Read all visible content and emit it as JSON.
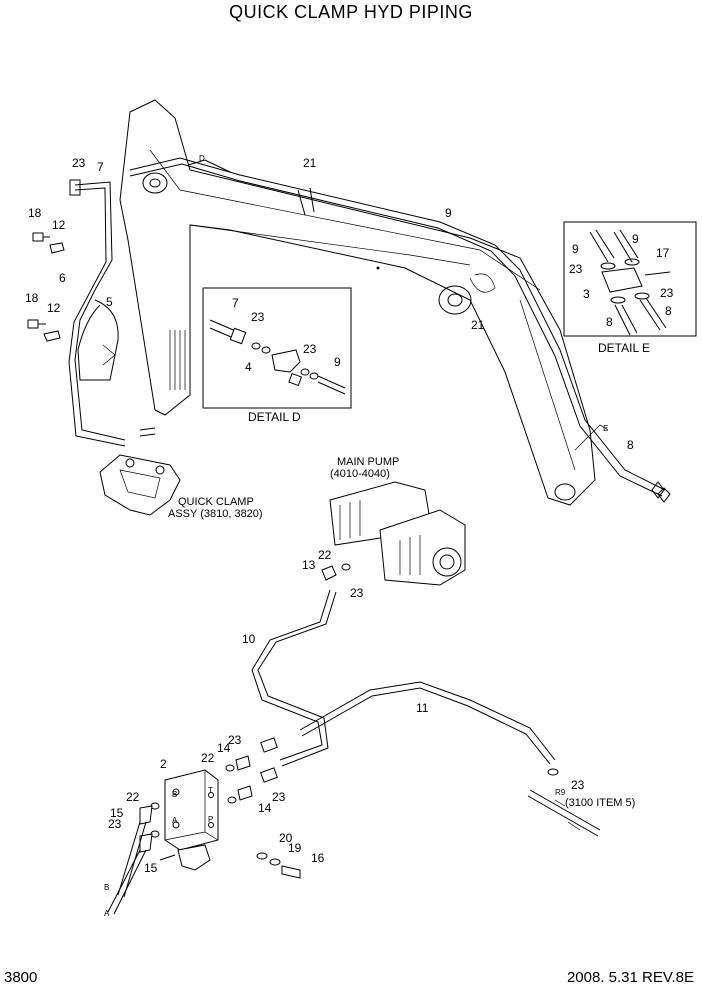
{
  "title": "QUICK CLAMP HYD PIPING",
  "page_number": "3800",
  "revision": "2008. 5.31  REV.8E",
  "details": {
    "d": "DETAIL  D",
    "e": "DETAIL  E"
  },
  "captions": {
    "main_pump_1": "MAIN PUMP",
    "main_pump_2": "(4010-4040)",
    "quick_clamp_1": "QUICK CLAMP",
    "quick_clamp_2": "ASSY (3810, 3820)",
    "item_ref": "(3100 ITEM 5)"
  },
  "markers": {
    "d": "D",
    "e": "E",
    "a": "A",
    "b": "B",
    "port_a": "A",
    "port_b": "B",
    "port_t": "T",
    "port_p": "P",
    "r9": "R9"
  },
  "callouts": [
    "23",
    "7",
    "21",
    "9",
    "18",
    "12",
    "6",
    "5",
    "18",
    "12",
    "7",
    "23",
    "4",
    "23",
    "9",
    "9",
    "9",
    "17",
    "23",
    "3",
    "23",
    "8",
    "8",
    "21",
    "8",
    "13",
    "22",
    "23",
    "10",
    "11",
    "2",
    "14",
    "22",
    "23",
    "22",
    "15",
    "23",
    "15",
    "14",
    "23",
    "20",
    "19",
    "16",
    "23"
  ]
}
